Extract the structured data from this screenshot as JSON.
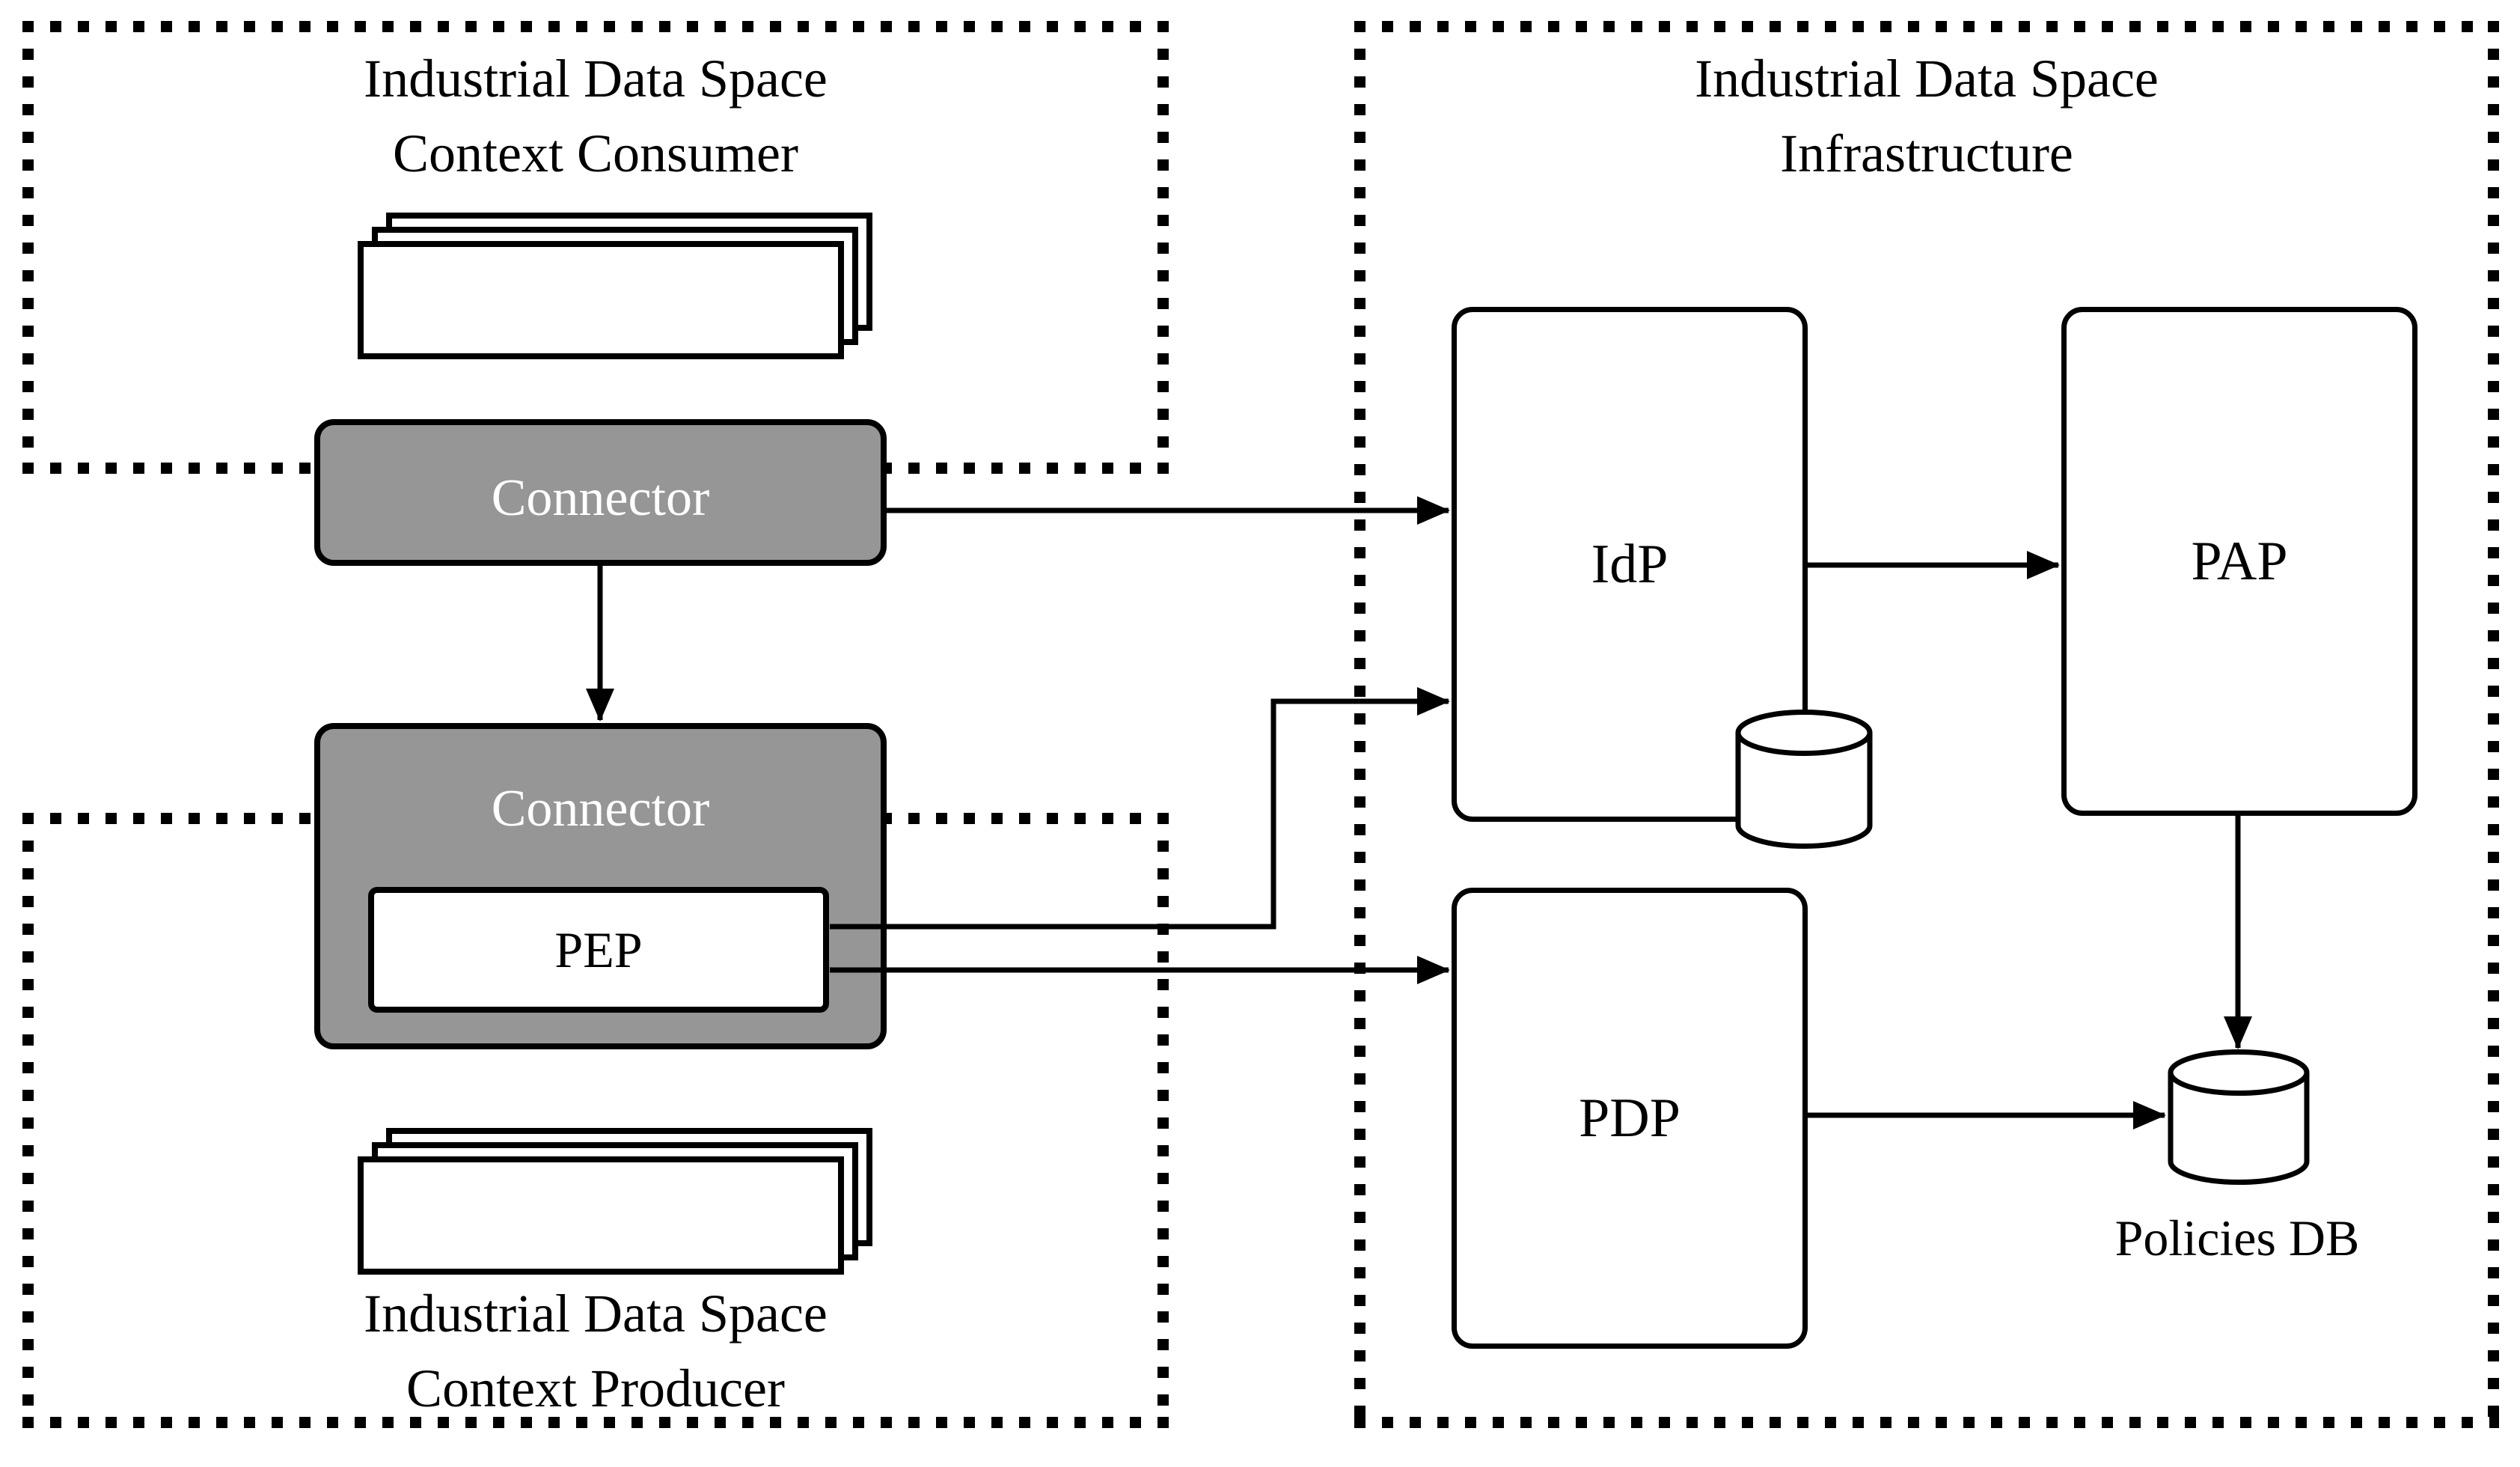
{
  "consumer": {
    "title_line1": "Industrial Data Space",
    "title_line2": "Context Consumer"
  },
  "producer": {
    "title_line1": "Industrial Data Space",
    "title_line2": "Context Producer"
  },
  "infrastructure": {
    "title_line1": "Industrial Data Space",
    "title_line2": "Infrastructure"
  },
  "connectors": {
    "consumer_connector_label": "Connector",
    "producer_connector_label": "Connector"
  },
  "pep": {
    "label": "PEP"
  },
  "idp": {
    "label": "IdP"
  },
  "pap": {
    "label": "PAP"
  },
  "pdp": {
    "label": "PDP"
  },
  "policies_db": {
    "label": "Policies DB"
  },
  "icons": {
    "idp_store": "database-cylinder-icon",
    "policies_store": "database-cylinder-icon",
    "consumer_docs": "stacked-documents-icon",
    "producer_docs": "stacked-documents-icon"
  },
  "colors": {
    "connector_fill": "#969696",
    "outline": "#000000",
    "node_fill": "#ffffff",
    "connector_text": "#ffffff",
    "background": "#ffffff"
  }
}
